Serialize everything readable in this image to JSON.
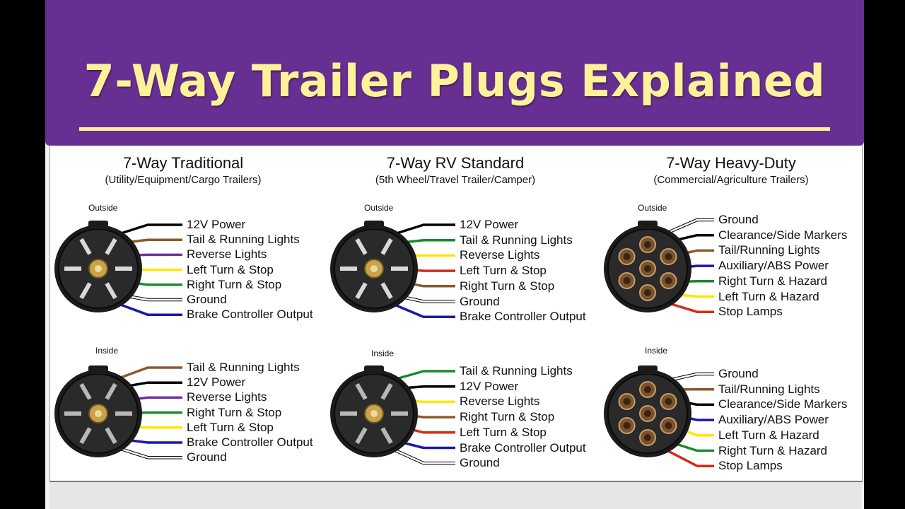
{
  "title": "7-Way Trailer Plugs Explained",
  "colors": {
    "banner": "#662f91",
    "title_text": "#fdf29a",
    "wire_white": "#ffffff",
    "wire_black": "#000000",
    "wire_brown": "#8b5a2b",
    "wire_purple": "#7030a0",
    "wire_yellow": "#ffe600",
    "wire_green": "#178a2e",
    "wire_blue": "#1a1aa8",
    "wire_red": "#d62a1a"
  },
  "columns": [
    {
      "title": "7-Way Traditional",
      "subtitle": "(Utility/Equipment/Cargo Trailers)",
      "outside_label": "Outside",
      "inside_label": "Inside",
      "outside_wires": [
        {
          "label": "12V Power",
          "color": "black"
        },
        {
          "label": "Tail & Running Lights",
          "color": "brown"
        },
        {
          "label": "Reverse Lights",
          "color": "purple"
        },
        {
          "label": "Left Turn & Stop",
          "color": "yellow"
        },
        {
          "label": "Right Turn & Stop",
          "color": "green"
        },
        {
          "label": "Ground",
          "color": "white"
        },
        {
          "label": "Brake Controller Output",
          "color": "blue"
        }
      ],
      "inside_wires": [
        {
          "label": "Tail & Running Lights",
          "color": "brown"
        },
        {
          "label": "12V Power",
          "color": "black"
        },
        {
          "label": "Reverse Lights",
          "color": "purple"
        },
        {
          "label": "Right Turn & Stop",
          "color": "green"
        },
        {
          "label": "Left Turn & Stop",
          "color": "yellow"
        },
        {
          "label": "Brake Controller Output",
          "color": "blue"
        },
        {
          "label": "Ground",
          "color": "white"
        }
      ]
    },
    {
      "title": "7-Way RV Standard",
      "subtitle": "(5th Wheel/Travel Trailer/Camper)",
      "outside_label": "Outside",
      "inside_label": "Inside",
      "outside_wires": [
        {
          "label": "12V Power",
          "color": "black"
        },
        {
          "label": "Tail & Running Lights",
          "color": "green"
        },
        {
          "label": "Reverse Lights",
          "color": "yellow"
        },
        {
          "label": "Left Turn & Stop",
          "color": "red"
        },
        {
          "label": "Right Turn & Stop",
          "color": "brown"
        },
        {
          "label": "Ground",
          "color": "white"
        },
        {
          "label": "Brake Controller Output",
          "color": "blue"
        }
      ],
      "inside_wires": [
        {
          "label": "Tail & Running Lights",
          "color": "green"
        },
        {
          "label": "12V Power",
          "color": "black"
        },
        {
          "label": "Reverse Lights",
          "color": "yellow"
        },
        {
          "label": "Right Turn & Stop",
          "color": "brown"
        },
        {
          "label": "Left Turn & Stop",
          "color": "red"
        },
        {
          "label": "Brake Controller Output",
          "color": "blue"
        },
        {
          "label": "Ground",
          "color": "white"
        }
      ]
    },
    {
      "title": "7-Way Heavy-Duty",
      "subtitle": "(Commercial/Agriculture Trailers)",
      "outside_label": "Outside",
      "inside_label": "Inside",
      "outside_wires": [
        {
          "label": "Ground",
          "color": "white"
        },
        {
          "label": "Clearance/Side Markers",
          "color": "black"
        },
        {
          "label": "Tail/Running Lights",
          "color": "brown"
        },
        {
          "label": "Auxiliary/ABS Power",
          "color": "blue"
        },
        {
          "label": "Right Turn & Hazard",
          "color": "green"
        },
        {
          "label": "Left Turn & Hazard",
          "color": "yellow"
        },
        {
          "label": "Stop Lamps",
          "color": "red"
        }
      ],
      "inside_wires": [
        {
          "label": "Ground",
          "color": "white"
        },
        {
          "label": "Tail/Running Lights",
          "color": "brown"
        },
        {
          "label": "Clearance/Side Markers",
          "color": "black"
        },
        {
          "label": "Auxiliary/ABS Power",
          "color": "blue"
        },
        {
          "label": "Left Turn & Hazard",
          "color": "yellow"
        },
        {
          "label": "Right Turn & Hazard",
          "color": "green"
        },
        {
          "label": "Stop Lamps",
          "color": "red"
        }
      ]
    }
  ]
}
